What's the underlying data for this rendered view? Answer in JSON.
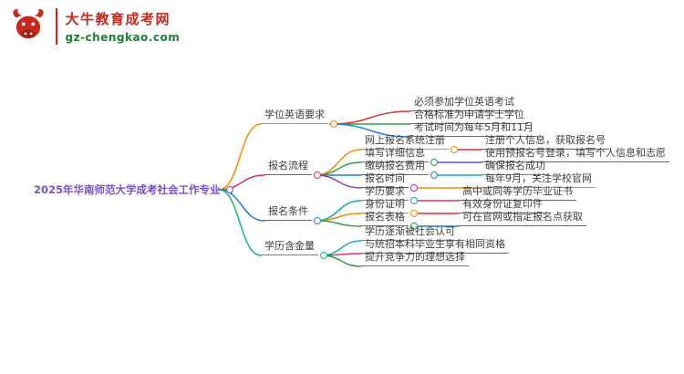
{
  "logo": {
    "brand": "大牛教育成考网",
    "domain": "gz-chengkao.com",
    "icon": "bull-icon",
    "brand_color": "#c8281e",
    "domain_color": "#1e7e34"
  },
  "mindmap": {
    "root": {
      "label": "2025年华南师范大学成考社会工作专业",
      "color": "#7a52c7"
    },
    "branches": [
      {
        "label": "学位英语要求",
        "color": "#f08c00",
        "children": [
          {
            "label": "必须参加学位英语考试",
            "color": "#e03131"
          },
          {
            "label": "合格标准为申请学士学位",
            "color": "#2f9e44"
          },
          {
            "label": "考试时间为每年5月和11月",
            "color": "#1c7ed6"
          }
        ]
      },
      {
        "label": "报名流程",
        "color": "#d6336c",
        "children": [
          {
            "label": "网上报名系统注册",
            "color": "#f08c00",
            "children": [
              {
                "label": "注册个人信息，获取报名号",
                "color": "#e03131"
              }
            ]
          },
          {
            "label": "填写详细信息",
            "color": "#2f9e44",
            "children": [
              {
                "label": "使用预报名号登录，填写个人信息和志愿",
                "color": "#7048e8"
              }
            ]
          },
          {
            "label": "缴纳报名费用",
            "color": "#1c7ed6",
            "children": [
              {
                "label": "确保报名成功",
                "color": "#15aabf"
              }
            ]
          },
          {
            "label": "报名时间",
            "color": "#9c36b5",
            "children": [
              {
                "label": "每年9月，关注学校官网",
                "color": "#f08c00"
              }
            ]
          }
        ]
      },
      {
        "label": "报名条件",
        "color": "#1c7ed6",
        "children": [
          {
            "label": "学历要求",
            "color": "#15aabf",
            "children": [
              {
                "label": "高中或同等学历毕业证书",
                "color": "#d6336c"
              }
            ]
          },
          {
            "label": "身份证明",
            "color": "#f08c00",
            "children": [
              {
                "label": "有效身份证复印件",
                "color": "#e03131"
              }
            ]
          },
          {
            "label": "报名表格",
            "color": "#2f9e44",
            "children": [
              {
                "label": "可在官网或指定报名点获取",
                "color": "#1c7ed6"
              }
            ]
          }
        ]
      },
      {
        "label": "学历含金量",
        "color": "#12b886",
        "children": [
          {
            "label": "学历逐渐被社会认可",
            "color": "#15aabf"
          },
          {
            "label": "与统招本科毕业生享有相同资格",
            "color": "#d6336c"
          },
          {
            "label": "提升竞争力的理想选择",
            "color": "#2f9e44"
          }
        ]
      }
    ]
  }
}
